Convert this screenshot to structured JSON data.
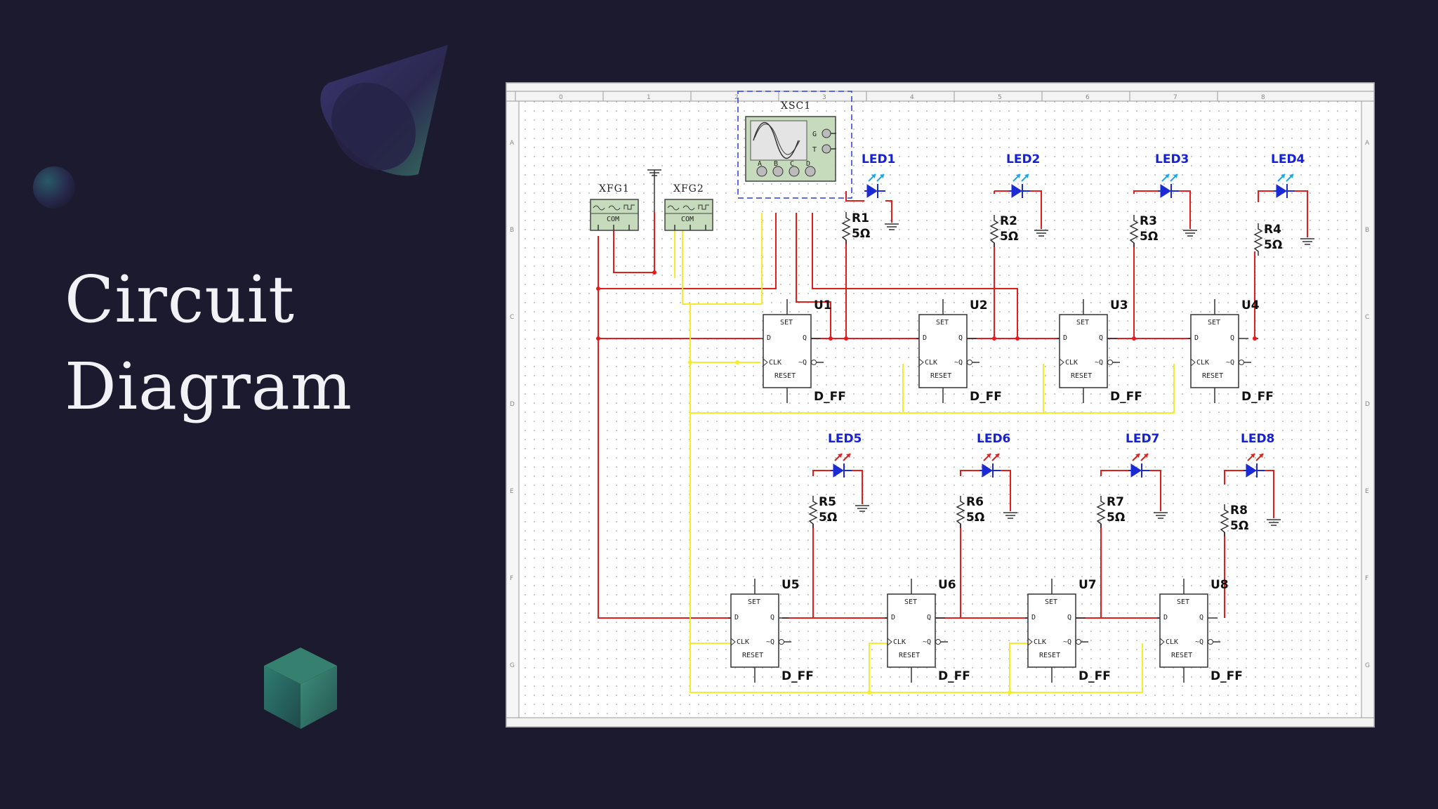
{
  "slide": {
    "title_line1": "Circuit",
    "title_line2": "Diagram"
  },
  "colors": {
    "background": "#1c1a2e",
    "title_text": "#f2f2f6",
    "wire_red": "#e11d1d",
    "wire_yellow": "#f2ee2b",
    "led_label": "#1420d8",
    "led_top_arrows": "#19a6e8",
    "led_bottom_arrows": "#e11d1d",
    "instrument_green": "#c5dbbc"
  },
  "decorations": {
    "top": "cone-shape",
    "left": "sphere-shape",
    "bottom": "cube-shape"
  },
  "schematic": {
    "ruler_top": [
      "0",
      "1",
      "2",
      "3",
      "4",
      "5",
      "6",
      "7",
      "8"
    ],
    "ruler_left": [
      "A",
      "B",
      "C",
      "D",
      "E",
      "F",
      "G"
    ],
    "ruler_right": [
      "A",
      "B",
      "C",
      "D",
      "E",
      "F",
      "G"
    ],
    "oscilloscope": {
      "name": "XSC1",
      "side_terminals": [
        "G",
        "T"
      ],
      "channels": [
        "A",
        "B",
        "C",
        "D"
      ]
    },
    "generators": [
      {
        "name": "XFG1",
        "terminal_label": "COM"
      },
      {
        "name": "XFG2",
        "terminal_label": "COM"
      }
    ],
    "flipflops": [
      {
        "name": "U1",
        "type": "D_FF"
      },
      {
        "name": "U2",
        "type": "D_FF"
      },
      {
        "name": "U3",
        "type": "D_FF"
      },
      {
        "name": "U4",
        "type": "D_FF"
      },
      {
        "name": "U5",
        "type": "D_FF"
      },
      {
        "name": "U6",
        "type": "D_FF"
      },
      {
        "name": "U7",
        "type": "D_FF"
      },
      {
        "name": "U8",
        "type": "D_FF"
      }
    ],
    "ff_pins": {
      "set": "SET",
      "reset": "RESET",
      "d": "D",
      "q": "Q",
      "clk": "CLK",
      "qn": "~Q"
    },
    "leds": [
      {
        "name": "LED1"
      },
      {
        "name": "LED2"
      },
      {
        "name": "LED3"
      },
      {
        "name": "LED4"
      },
      {
        "name": "LED5"
      },
      {
        "name": "LED6"
      },
      {
        "name": "LED7"
      },
      {
        "name": "LED8"
      }
    ],
    "resistors": [
      {
        "name": "R1",
        "value": "5Ω"
      },
      {
        "name": "R2",
        "value": "5Ω"
      },
      {
        "name": "R3",
        "value": "5Ω"
      },
      {
        "name": "R4",
        "value": "5Ω"
      },
      {
        "name": "R5",
        "value": "5Ω"
      },
      {
        "name": "R6",
        "value": "5Ω"
      },
      {
        "name": "R7",
        "value": "5Ω"
      },
      {
        "name": "R8",
        "value": "5Ω"
      }
    ]
  }
}
